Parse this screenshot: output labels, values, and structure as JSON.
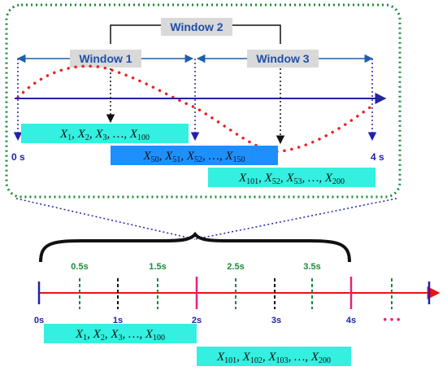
{
  "windows": {
    "w1": "Window 1",
    "w2": "Window 2",
    "w3": "Window 3"
  },
  "zoom_axis": {
    "start_label": "0 s",
    "end_label": "4 s"
  },
  "sequences": {
    "top_1": {
      "a": "1",
      "b": "2",
      "c": "3",
      "n": "100"
    },
    "top_2": {
      "a": "50",
      "b": "51",
      "c": "52",
      "n": "150"
    },
    "top_3": {
      "a": "101",
      "b": "52",
      "c": "53",
      "n": "200"
    },
    "bottom_1": {
      "a": "1",
      "b": "2",
      "c": "3",
      "n": "100"
    },
    "bottom_2": {
      "a": "101",
      "b": "102",
      "c": "103",
      "n": "200"
    }
  },
  "symbol": "X",
  "ellipsis": "…",
  "timeline": {
    "major_ticks": [
      "0s",
      "1s",
      "2s",
      "3s",
      "4s"
    ],
    "half_ticks": [
      "0.5s",
      "1.5s",
      "2.5s",
      "3.5s"
    ],
    "continuation": "• • •"
  },
  "colors": {
    "frame": "#1a8a3a",
    "axis": "#2222aa",
    "curve": "#ee2222",
    "window_box": "#d9d9d9",
    "window_text": "#1f4fa8",
    "seq_cyan": "#33f0e0",
    "seq_blue": "#1e8fff",
    "timeline": "#ee1111",
    "magenta": "#e8207a",
    "green_dash": "#1a8a3a"
  }
}
